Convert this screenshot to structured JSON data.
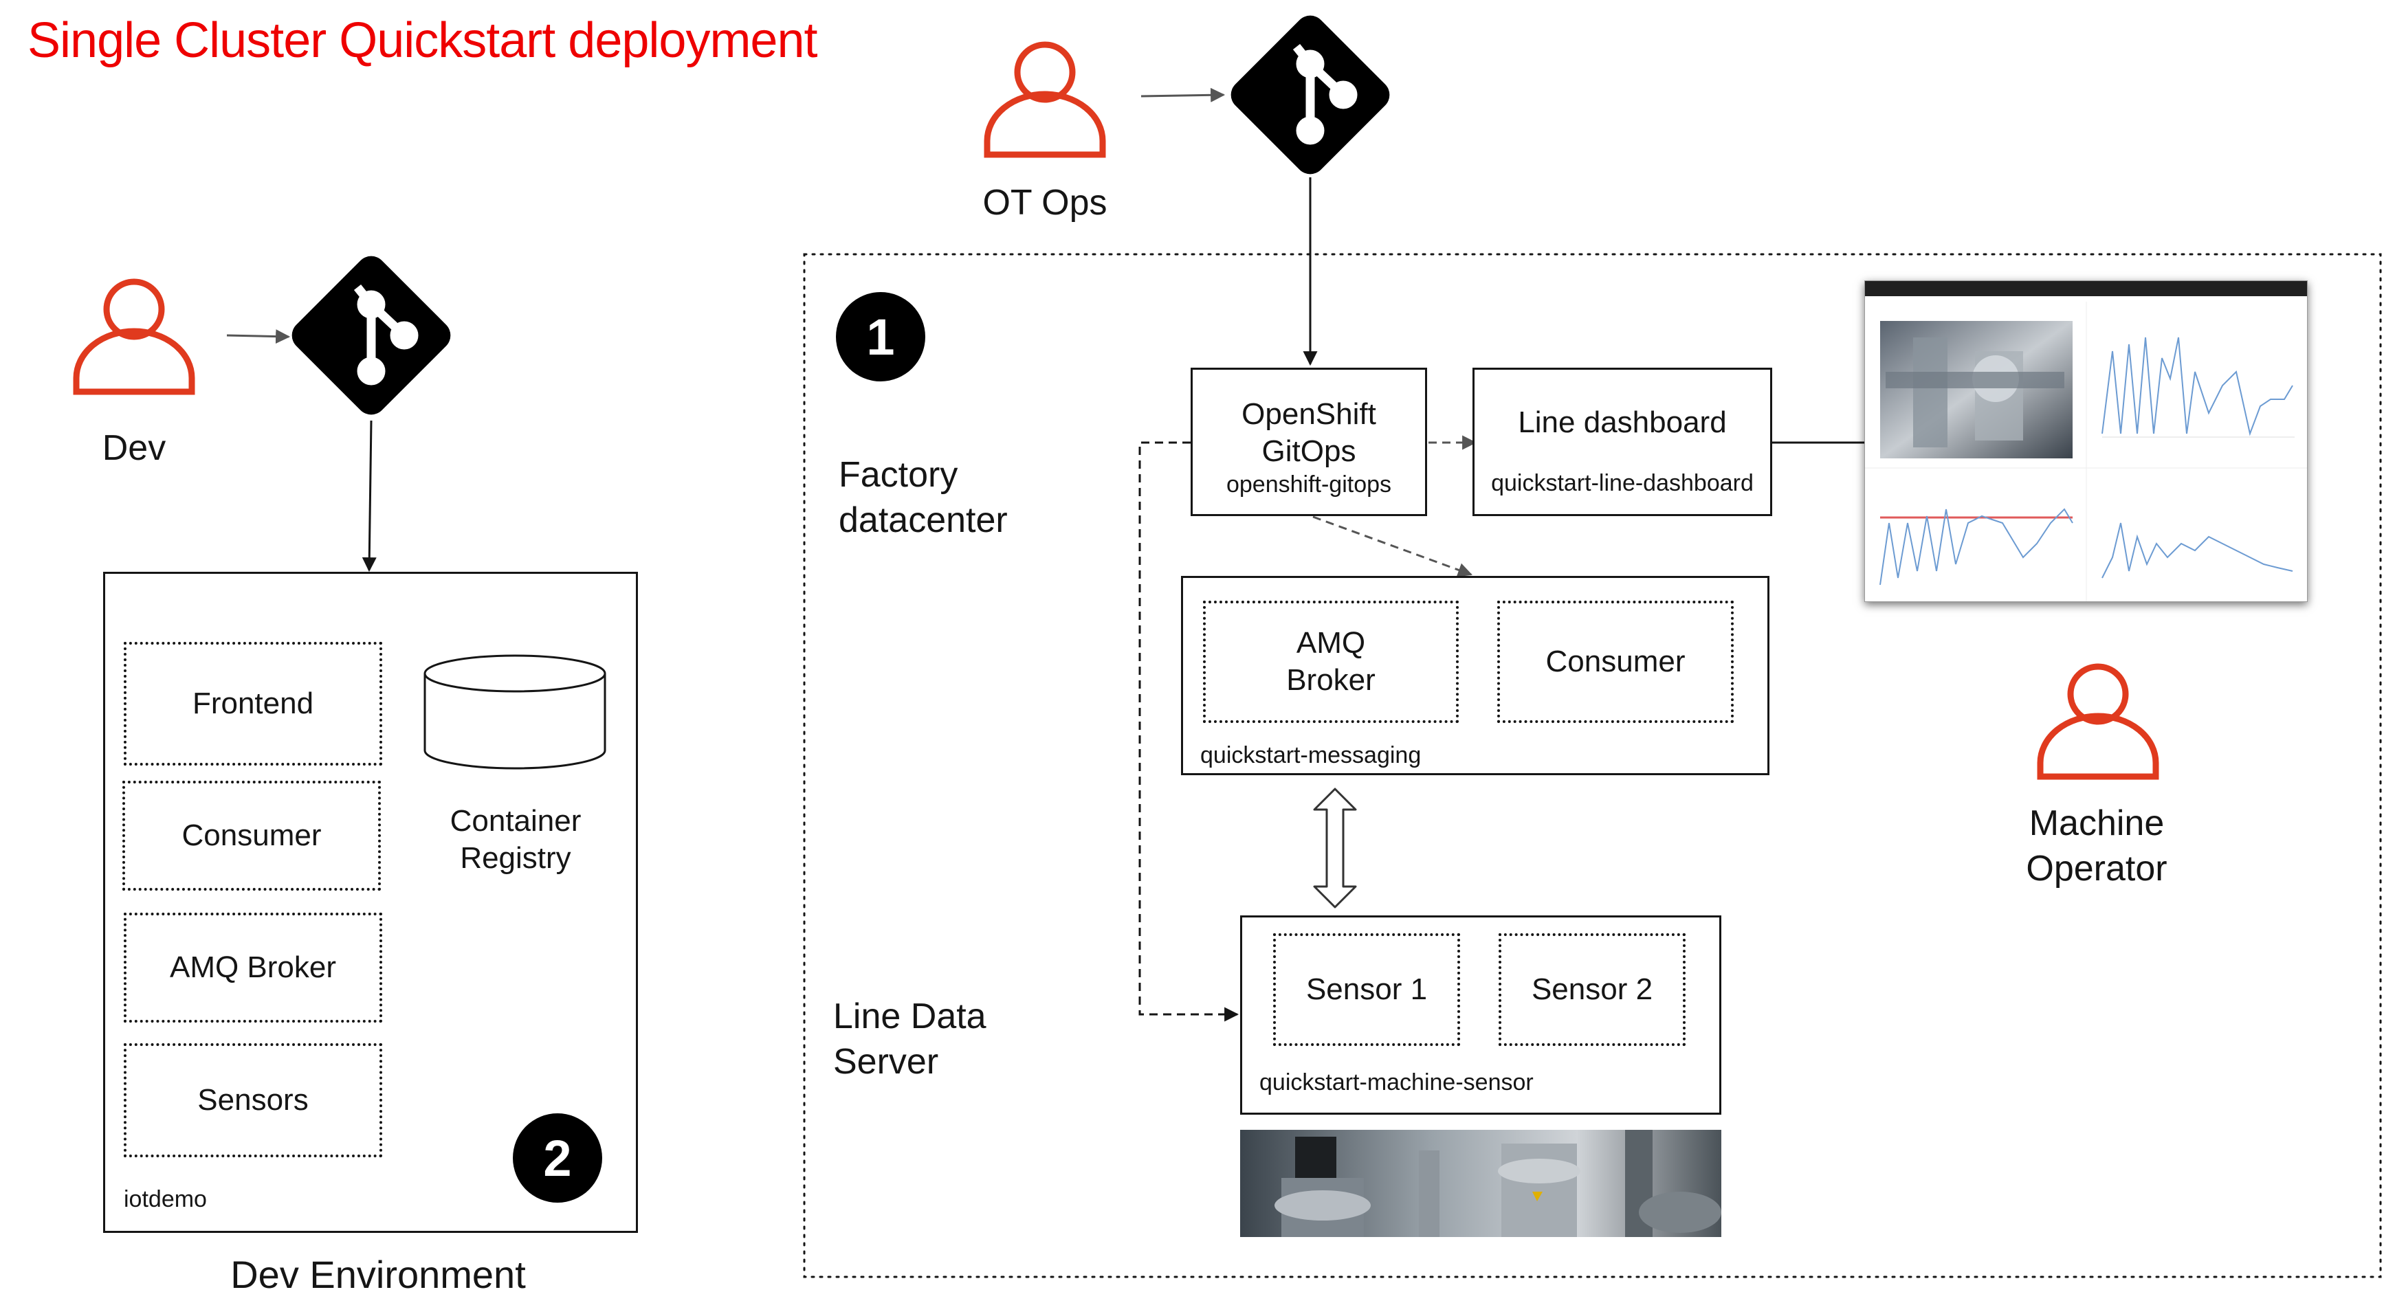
{
  "title": "Single Cluster Quickstart deployment",
  "colors": {
    "accent": "#ee0000",
    "person": "#e03a1e",
    "ink": "#151515"
  },
  "people": {
    "ot_ops": "OT Ops",
    "dev": "Dev",
    "machine_operator_line1": "Machine",
    "machine_operator_line2": "Operator"
  },
  "dev_env": {
    "caption": "Dev Environment",
    "namespace": "iotdemo",
    "components": [
      "Frontend",
      "Consumer",
      "AMQ Broker",
      "Sensors"
    ],
    "registry_line1": "Container",
    "registry_line2": "Registry",
    "badge": "2"
  },
  "factory": {
    "badge": "1",
    "datacenter_line1": "Factory",
    "datacenter_line2": "datacenter",
    "line_server_line1": "Line Data",
    "line_server_line2": "Server",
    "gitops_line1": "OpenShift",
    "gitops_line2": "GitOps",
    "gitops_ns": "openshift-gitops",
    "dashboard_title": "Line dashboard",
    "dashboard_ns": "quickstart-line-dashboard",
    "messaging_amq_line1": "AMQ",
    "messaging_amq_line2": "Broker",
    "messaging_consumer": "Consumer",
    "messaging_ns": "quickstart-messaging",
    "sensor1": "Sensor 1",
    "sensor2": "Sensor 2",
    "sensor_ns": "quickstart-machine-sensor"
  },
  "icons": [
    "person-icon",
    "git-icon",
    "database-icon",
    "double-arrow-icon"
  ]
}
